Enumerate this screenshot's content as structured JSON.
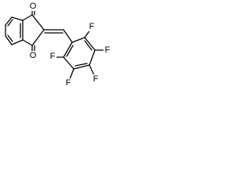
{
  "molecule": {
    "atoms": {
      "o_top": "O",
      "o_bottom": "O",
      "f_ring_1": "F",
      "f_ring_2": "F",
      "f_ring_3": "F",
      "f_ring_4": "F",
      "f_ortho": "F"
    },
    "colors": {
      "bond": "#000000",
      "label": "#000000",
      "background": "#ffffff"
    }
  }
}
